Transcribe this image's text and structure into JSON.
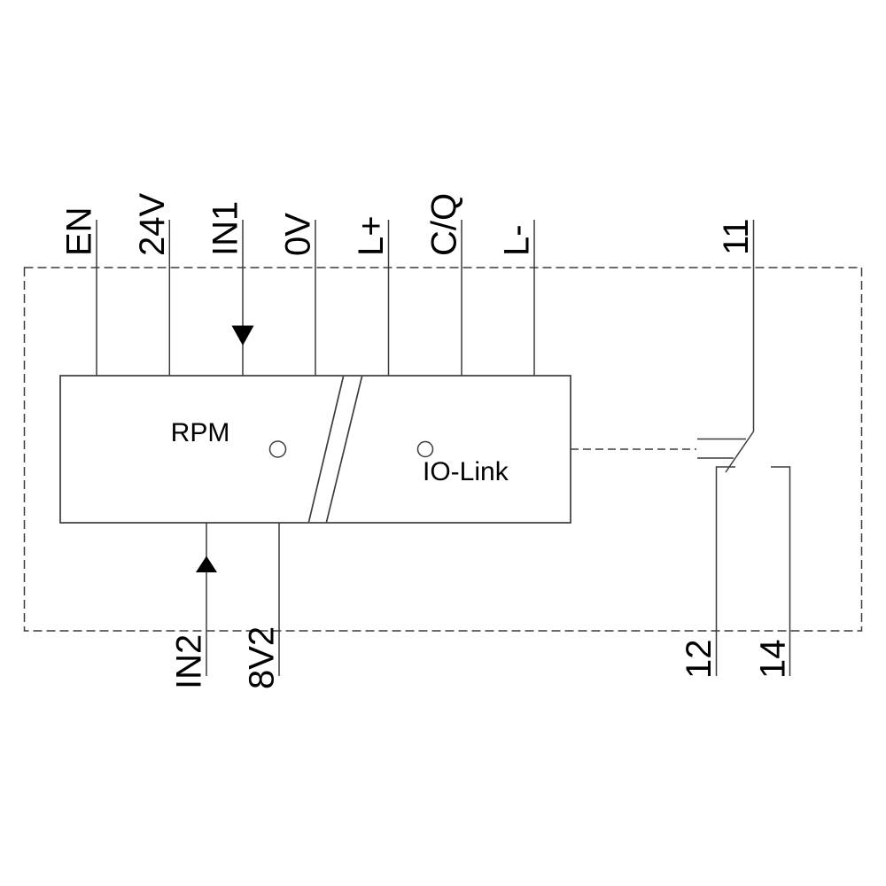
{
  "labels": {
    "top_terminals": [
      "EN",
      "24V",
      "IN1",
      "0V",
      "L+",
      "C/Q",
      "L-"
    ],
    "bottom_terminals": [
      "IN2",
      "8V2"
    ],
    "module_left": "RPM",
    "module_right": "IO-Link",
    "relay_common": "11",
    "relay_nc": "12",
    "relay_no": "14"
  },
  "icons": {
    "led_left": "rpm-status-led-icon",
    "led_right": "io-link-status-led-icon",
    "input1_arrow": "arrow-down-icon",
    "input2_arrow": "arrow-up-icon",
    "relay_contact": "changeover-contact-symbol"
  },
  "colors": {
    "background": "#ffffff",
    "line": "#3c3c3c",
    "text": "#000000"
  }
}
